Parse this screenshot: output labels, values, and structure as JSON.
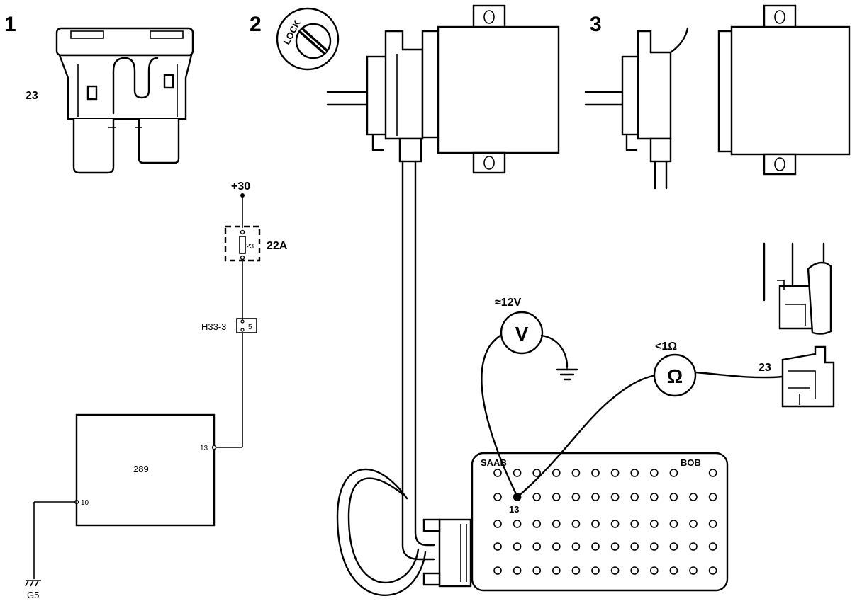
{
  "steps": {
    "s1": "1",
    "s2": "2",
    "s3": "3"
  },
  "fuse": {
    "number": "23"
  },
  "ignition": {
    "lock_label": "LOCK"
  },
  "schematic": {
    "supply": "+30",
    "fuse_pin": "23",
    "fuse_box": "22A",
    "connector": "H33-3",
    "connector_pin": "5",
    "control_unit": "289",
    "pin_in": "13",
    "pin_ground": "10",
    "ground": "G5"
  },
  "meters": {
    "voltage_reading": "≈12V",
    "voltmeter_symbol": "V",
    "resistance_reading": "<1Ω",
    "ohmmeter_symbol": "Ω",
    "fuse_terminal": "23"
  },
  "breakout_box": {
    "brand": "SAAB",
    "model": "BOB",
    "pin": "13"
  }
}
